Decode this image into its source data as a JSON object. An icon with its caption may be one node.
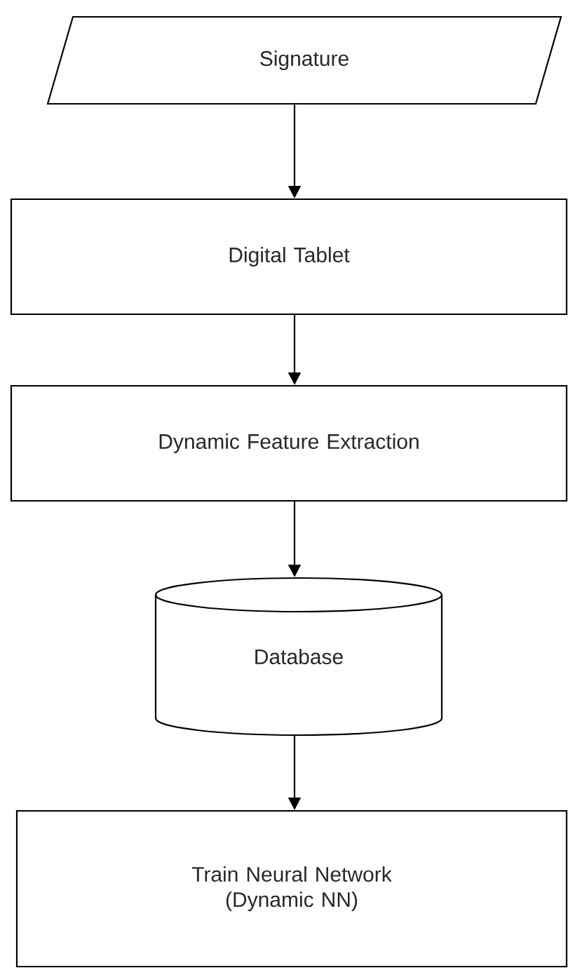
{
  "diagram": {
    "nodes": [
      {
        "text": [
          "Signature"
        ]
      },
      {
        "text": [
          "Digital Tablet"
        ]
      },
      {
        "text": [
          "Dynamic Feature Extraction"
        ]
      },
      {
        "text": [
          "Database"
        ]
      },
      {
        "text": [
          "Train Neural Network (Dynamic NN)"
        ]
      }
    ],
    "edges": [
      {
        "from": 0,
        "to": 1,
        "arrow": "to"
      },
      {
        "from": 1,
        "to": 2,
        "arrow": "to"
      },
      {
        "from": 2,
        "to": 3,
        "arrow": "to"
      },
      {
        "from": 3,
        "to": 4,
        "arrow": "to"
      }
    ]
  }
}
